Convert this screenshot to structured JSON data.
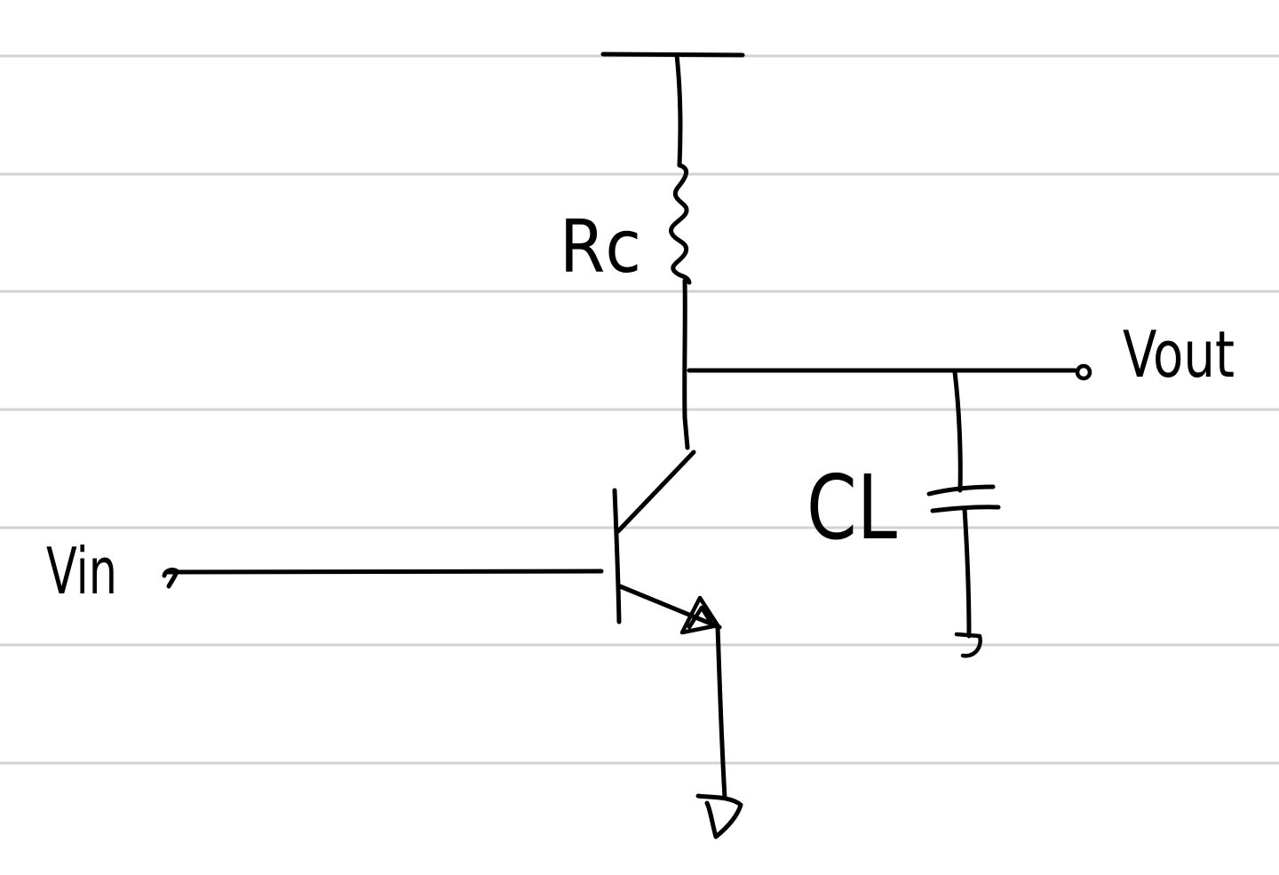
{
  "page": {
    "background": "#ffffff",
    "ruled_lines": true,
    "rule_color": "#d2d2d2",
    "ink_color": "#000000"
  },
  "labels": {
    "resistor": "Rc",
    "capacitor": "CL",
    "output": "Vout",
    "input": "Vin"
  }
}
